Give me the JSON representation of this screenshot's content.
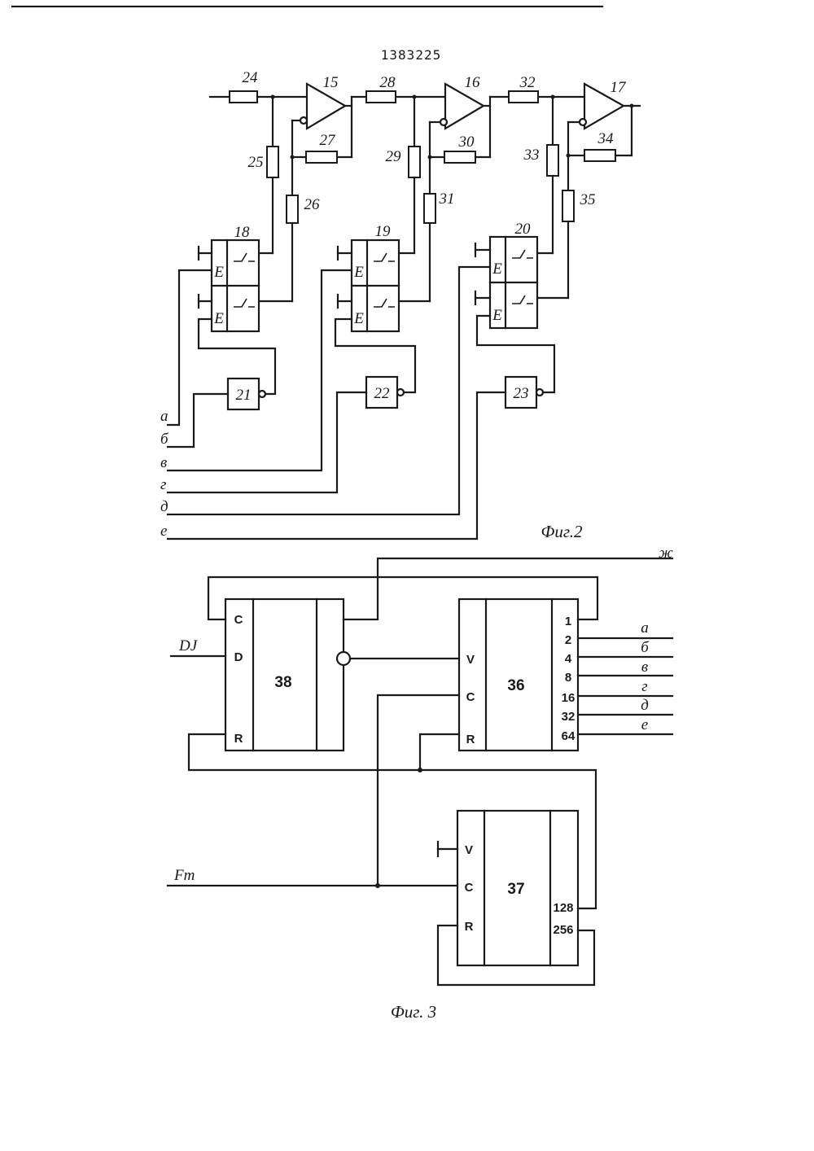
{
  "doc_number": "1383225",
  "fig2": {
    "caption": "Фиг.2",
    "amplifiers": [
      "15",
      "16",
      "17"
    ],
    "resistors": [
      "24",
      "25",
      "26",
      "27",
      "28",
      "29",
      "30",
      "31",
      "32",
      "33",
      "34",
      "35"
    ],
    "switches": [
      "18",
      "19",
      "20"
    ],
    "switch_enable_label": "E",
    "inverters": [
      "21",
      "22",
      "23"
    ],
    "inputs": [
      "а",
      "б",
      "в",
      "г",
      "д",
      "е"
    ]
  },
  "fig3": {
    "caption": "Фиг. 3",
    "block38": {
      "id": "38",
      "pins": [
        "C",
        "D",
        "R"
      ]
    },
    "block36": {
      "id": "36",
      "pins": [
        "V",
        "C",
        "R"
      ],
      "outputs": [
        "1",
        "2",
        "4",
        "8",
        "16",
        "32",
        "64"
      ]
    },
    "block37": {
      "id": "37",
      "pins": [
        "V",
        "C",
        "R"
      ],
      "outputs": [
        "128",
        "256"
      ]
    },
    "input_dj": "DJ",
    "input_ft": "Fт",
    "output_zh": "ж",
    "output_labels": [
      "а",
      "б",
      "в",
      "г",
      "д",
      "е"
    ]
  }
}
